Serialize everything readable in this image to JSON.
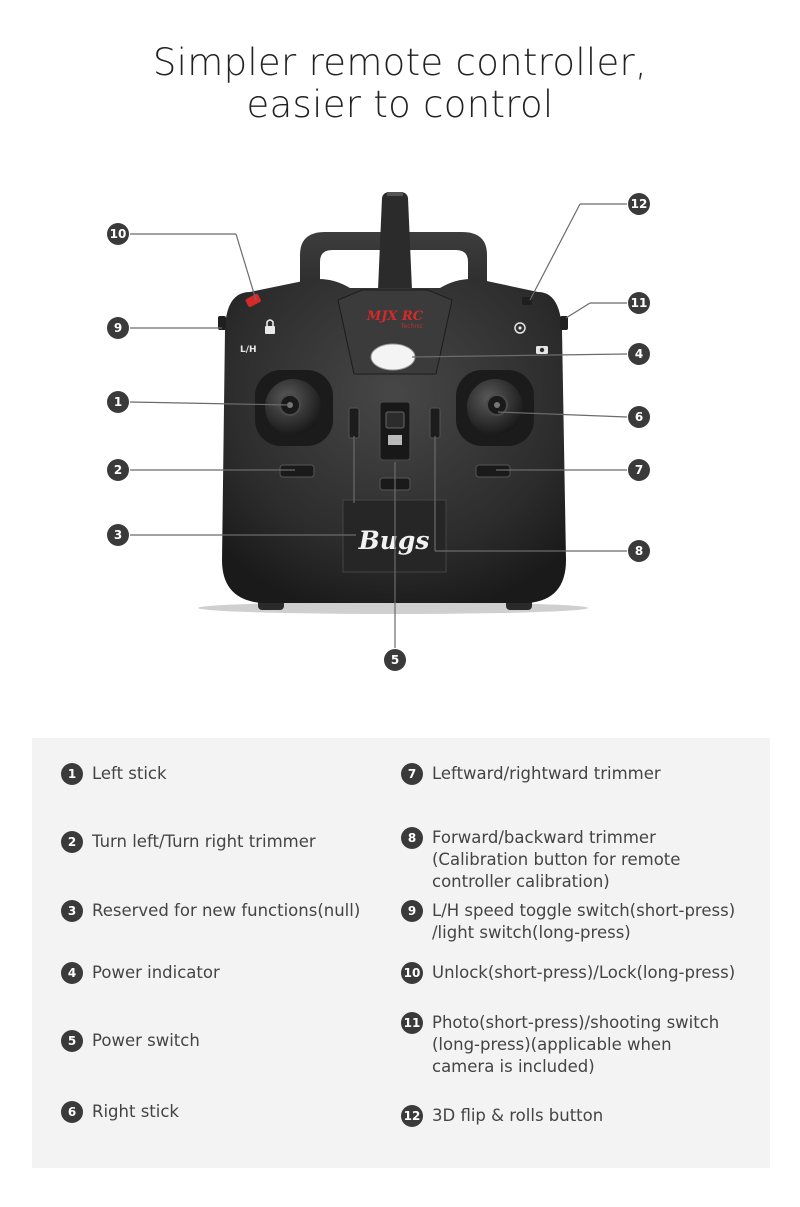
{
  "title": {
    "line1": "Simpler remote controller,",
    "line2": "easier to control"
  },
  "controller": {
    "brand": "MJX RC",
    "brand_sub": "Technic",
    "model_label": "Bugs",
    "lh_label": "L/H"
  },
  "callouts": [
    "1",
    "2",
    "3",
    "4",
    "5",
    "6",
    "7",
    "8",
    "9",
    "10",
    "11",
    "12"
  ],
  "legend_left": [
    {
      "num": "1",
      "text": "Left stick"
    },
    {
      "num": "2",
      "text": "Turn left/Turn right trimmer"
    },
    {
      "num": "3",
      "text": "Reserved for new functions(null)"
    },
    {
      "num": "4",
      "text": "Power indicator"
    },
    {
      "num": "5",
      "text": "Power switch"
    },
    {
      "num": "6",
      "text": "Right stick"
    }
  ],
  "legend_right": [
    {
      "num": "7",
      "lines": [
        "Leftward/rightward trimmer"
      ]
    },
    {
      "num": "8",
      "lines": [
        "Forward/backward trimmer",
        "(Calibration button for remote",
        "controller calibration)"
      ]
    },
    {
      "num": "9",
      "lines": [
        "L/H speed toggle switch(short-press)",
        "/light switch(long-press)"
      ]
    },
    {
      "num": "10",
      "lines": [
        "Unlock(short-press)/Lock(long-press)"
      ]
    },
    {
      "num": "11",
      "lines": [
        "Photo(short-press)/shooting switch",
        "(long-press)(applicable when",
        "camera is included)"
      ]
    },
    {
      "num": "12",
      "lines": [
        "3D flip & rolls button"
      ]
    }
  ],
  "colors": {
    "body": "#2e2e2e",
    "accent_red": "#d62a2a",
    "legend_bg": "#f3f3f3",
    "badge": "#3a3a3a"
  }
}
